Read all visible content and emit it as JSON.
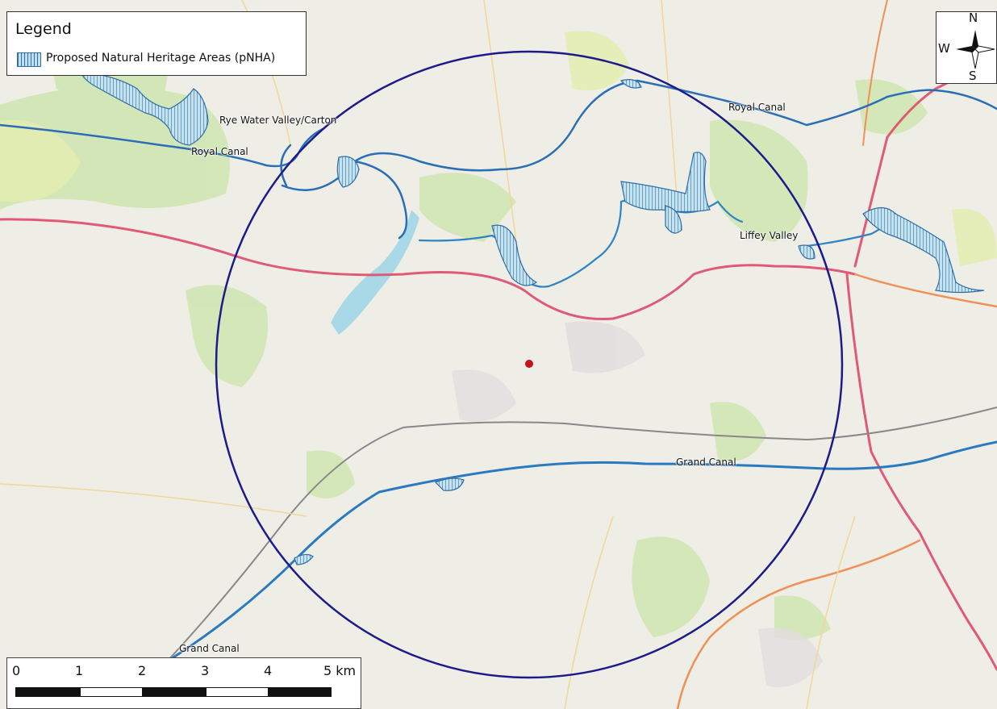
{
  "legend": {
    "title": "Legend",
    "item_label": "Proposed Natural Heritage Areas (pNHA)"
  },
  "north_arrow": {
    "n": "N",
    "s": "S",
    "w": "W"
  },
  "scale_bar": {
    "ticks": [
      "0",
      "1",
      "2",
      "3",
      "4",
      "5 km"
    ]
  },
  "map_labels": {
    "rye_water": "Rye Water Valley/Carton",
    "royal_canal_west": "Royal Canal",
    "royal_canal_east": "Royal Canal",
    "liffey_valley": "Liffey Valley",
    "grand_canal_centre": "Grand Canal",
    "grand_canal_south": "Grand Canal"
  },
  "icons": {
    "legend_swatch": "pnha-hatch-swatch-icon",
    "north_arrow": "compass-rose-icon",
    "site": "site-location-marker-icon"
  },
  "colors": {
    "canal": "#2a7ac0",
    "pnha_fill": "#bfe0ee",
    "pnha_outline": "#2f6ea8",
    "buffer_circle": "#1b1b8a",
    "site_marker": "#c0161b",
    "motorway": "#e05a76",
    "railway": "#777777",
    "green_space": "#cde6b0"
  }
}
